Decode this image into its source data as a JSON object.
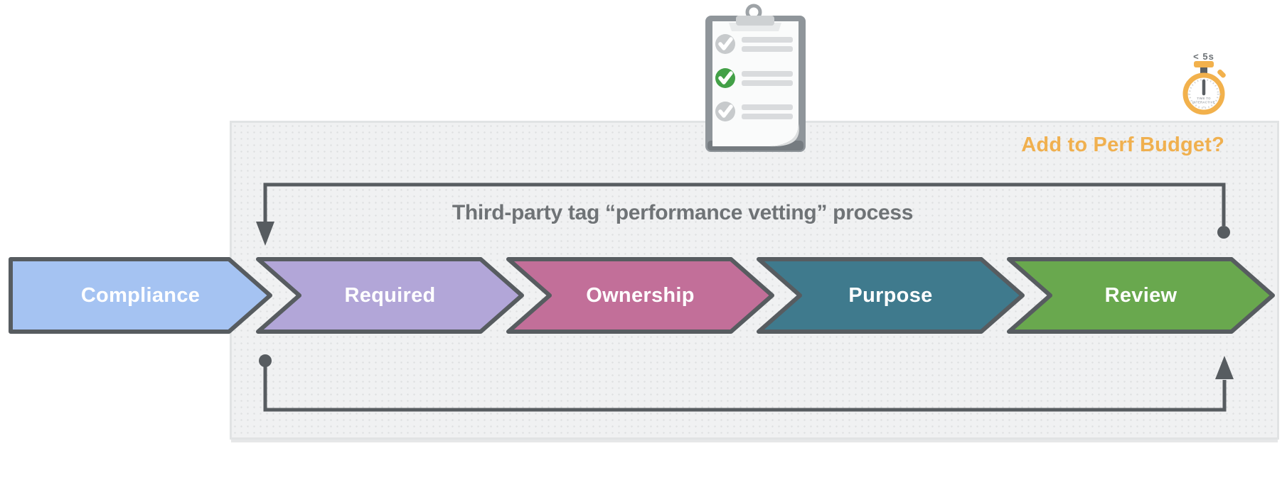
{
  "title": "Third-party tag “performance vetting” process",
  "perf_budget_label": "Add to Perf Budget?",
  "perf_budget_color": "#F0B04F",
  "stage_border_color": "#575C60",
  "flow": {
    "stroke_color": "#575C60"
  },
  "stages": [
    {
      "label": "Compliance",
      "color": "#A5C3F2"
    },
    {
      "label": "Required",
      "color": "#B2A6D8"
    },
    {
      "label": "Ownership",
      "color": "#C26F99"
    },
    {
      "label": "Purpose",
      "color": "#3F7A8D"
    },
    {
      "label": "Review",
      "color": "#69A84E"
    }
  ],
  "stopwatch": {
    "caption": "< 5s",
    "dial_label_line1": "TIME TO",
    "dial_label_line2": "INTERACTIVE",
    "ring_color": "#F2B14C",
    "needle_color": "#5A5F63"
  },
  "clipboard": {
    "board_color": "#8F959A",
    "board_shadow_color": "#757B80",
    "paper_color": "#FAFBFB",
    "clip_color": "#CED1D3",
    "bar_color": "#D9DBDD",
    "check_done_color": "#43A047",
    "check_pending_color": "#C7CACC"
  }
}
